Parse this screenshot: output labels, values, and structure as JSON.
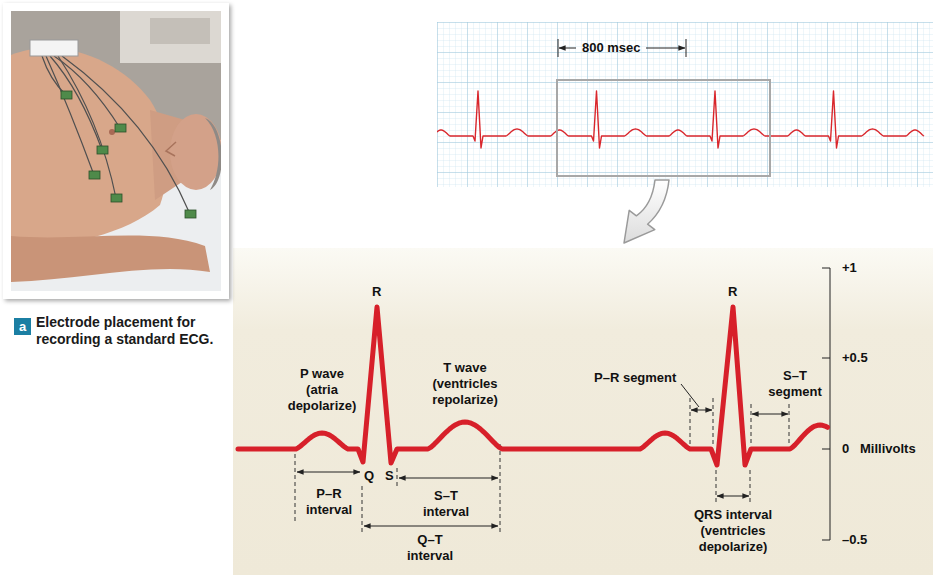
{
  "diagram": {
    "caption": "Electrode placement for recording a standard ECG.",
    "nodes": [
      {
        "text": [
          "a"
        ]
      }
    ],
    "labels": [
      "800 msec",
      "R",
      "P wave (atria depolarize)",
      "T wave (ventricles repolarize)",
      "R",
      "P–R segment",
      "S–T segment",
      "+1",
      "+0.5",
      "0",
      "Millivolts",
      "Q",
      "S",
      "P–R interval",
      "S–T interval",
      "Q–T interval",
      "QRS interval (ventricles depolarize)",
      "–0.5"
    ]
  }
}
